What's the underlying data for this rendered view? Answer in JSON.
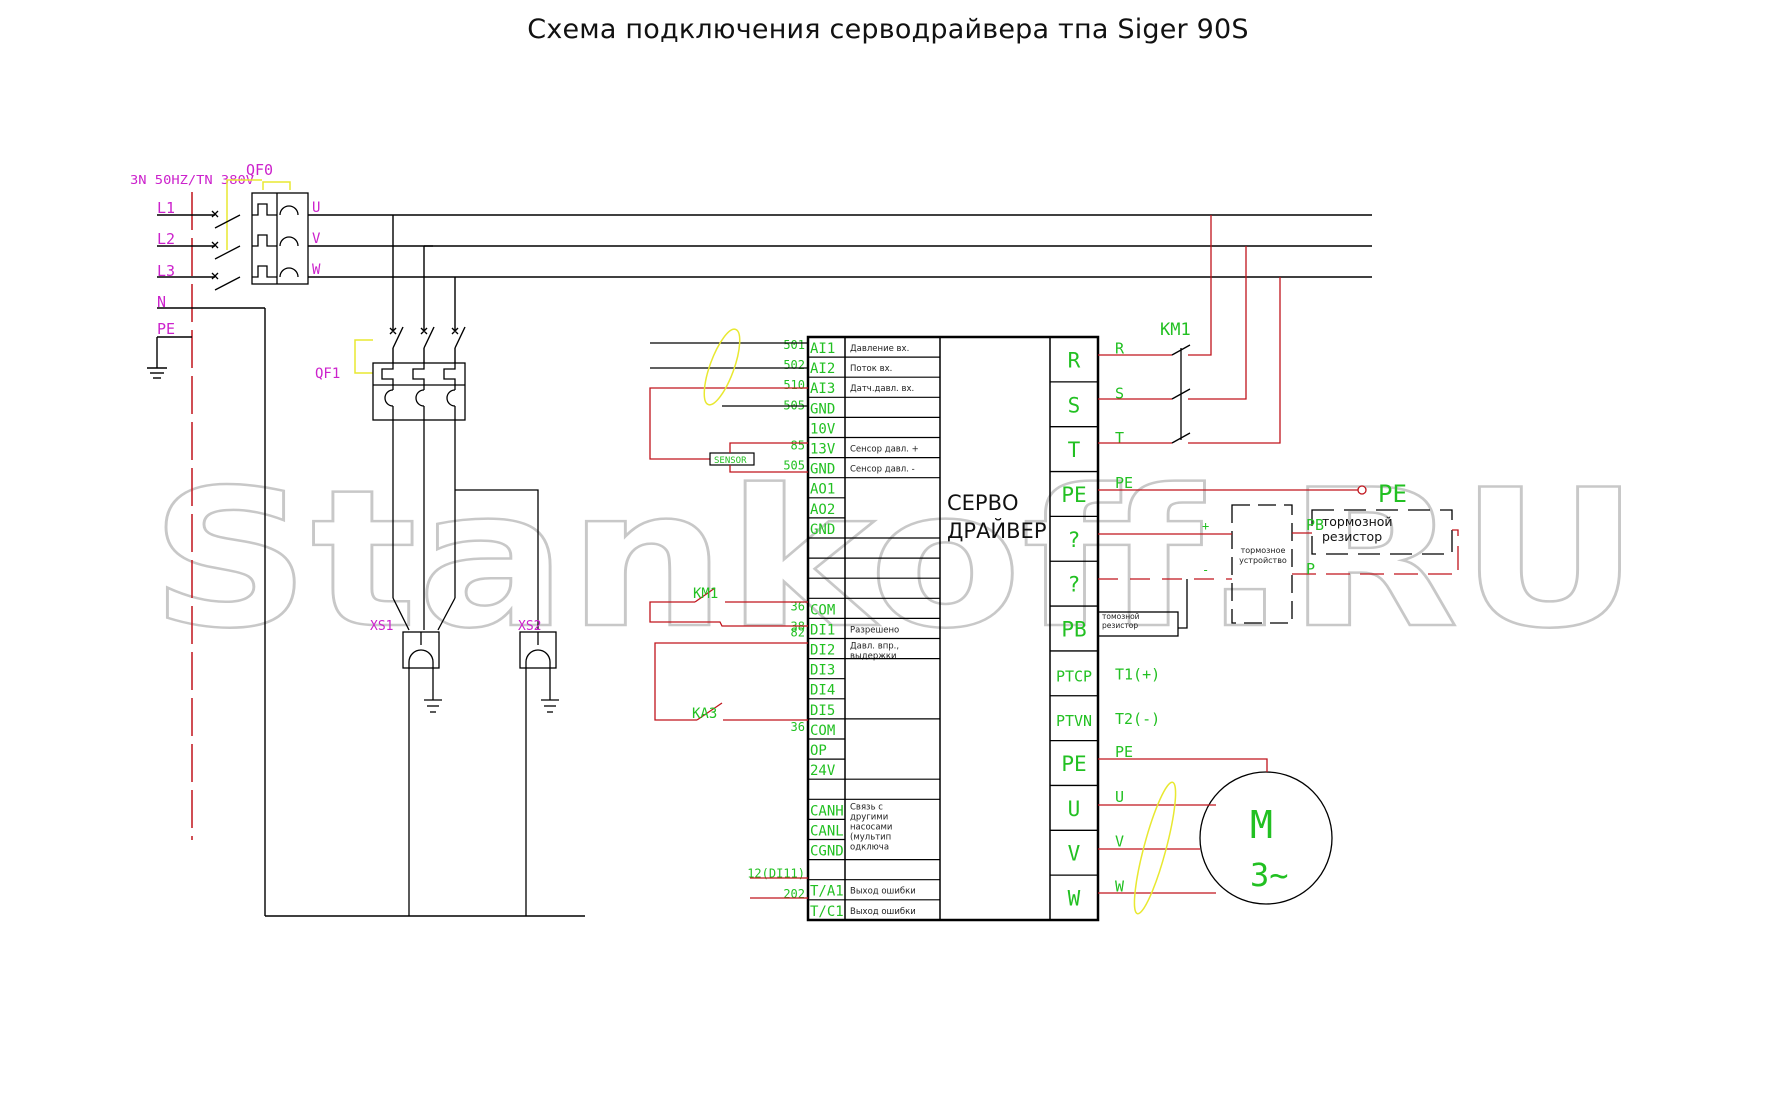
{
  "title": "Схема подключения серводрайвера тпа Siger 90S",
  "watermark": "Stankoff.RU",
  "colors": {
    "wire_black": "#000000",
    "wire_red": "#c0141c",
    "label_green": "#22c022",
    "label_magenta": "#cc22cc",
    "mark_yellow": "#e8e830",
    "pe_bus_red": "#c0141c"
  },
  "power_supply": {
    "spec": "3N 50HZ/TN 380V",
    "lines": [
      "L1",
      "L2",
      "L3",
      "N",
      "PE"
    ],
    "main_breaker": {
      "name": "QF0",
      "outputs": [
        "U",
        "V",
        "W"
      ]
    },
    "breaker_qf1": {
      "name": "QF1"
    },
    "sockets": [
      "XS1",
      "XS2"
    ]
  },
  "servo_driver": {
    "label_line1": "СЕРВО",
    "label_line2": "ДРАЙВЕР"
  },
  "left_terminals": [
    {
      "pin": "AI1",
      "wire": "501",
      "desc": "Давление вх."
    },
    {
      "pin": "AI2",
      "wire": "502",
      "desc": "Поток вх."
    },
    {
      "pin": "AI3",
      "wire": "510",
      "desc": "Датч.давл. вх."
    },
    {
      "pin": "GND",
      "wire": "505",
      "desc": ""
    },
    {
      "pin": "10V",
      "wire": "",
      "desc": ""
    },
    {
      "pin": "13V",
      "wire": "85",
      "desc": "Сенсор давл. +"
    },
    {
      "pin": "GND",
      "wire": "505",
      "desc": "Сенсор давл. -"
    },
    {
      "pin": "AO1",
      "wire": "",
      "desc": ""
    },
    {
      "pin": "AO2",
      "wire": "",
      "desc": ""
    },
    {
      "pin": "GND",
      "wire": "",
      "desc": ""
    },
    {
      "pin": "",
      "wire": "",
      "desc": ""
    },
    {
      "pin": "",
      "wire": "",
      "desc": ""
    },
    {
      "pin": "",
      "wire": "",
      "desc": ""
    },
    {
      "pin": "COM",
      "wire": "36",
      "desc": ""
    },
    {
      "pin": "DI1",
      "wire": "38",
      "desc": "Разрешено"
    },
    {
      "pin": "DI2",
      "wire": "82",
      "desc": "Давл. впр., выдержки"
    },
    {
      "pin": "DI3",
      "wire": "",
      "desc": ""
    },
    {
      "pin": "DI4",
      "wire": "",
      "desc": ""
    },
    {
      "pin": "DI5",
      "wire": "",
      "desc": ""
    },
    {
      "pin": "COM",
      "wire": "36",
      "desc": ""
    },
    {
      "pin": "OP",
      "wire": "",
      "desc": ""
    },
    {
      "pin": "24V",
      "wire": "",
      "desc": ""
    },
    {
      "pin": "",
      "wire": "",
      "desc": ""
    },
    {
      "pin": "CANH",
      "wire": "",
      "desc": "Связь с другими насосами (мультип одключа"
    },
    {
      "pin": "CANL",
      "wire": "",
      "desc": ""
    },
    {
      "pin": "CGND",
      "wire": "",
      "desc": ""
    },
    {
      "pin": "",
      "wire": "",
      "desc": ""
    },
    {
      "pin": "T/A1",
      "wire": "12(DI11)",
      "desc": "Выход ошибки"
    },
    {
      "pin": "T/C1",
      "wire": "202",
      "desc": "Выход ошибки"
    }
  ],
  "right_terminals": [
    {
      "pin": "R",
      "wire": "R"
    },
    {
      "pin": "S",
      "wire": "S"
    },
    {
      "pin": "T",
      "wire": "T"
    },
    {
      "pin": "PE",
      "wire": "PE"
    },
    {
      "pin": "?",
      "wire": "+"
    },
    {
      "pin": "?",
      "wire": "-"
    },
    {
      "pin": "PB",
      "wire": ""
    },
    {
      "pin": "PTCP",
      "wire": "T1(+)"
    },
    {
      "pin": "PTVN",
      "wire": "T2(-)"
    },
    {
      "pin": "PE",
      "wire": "PE"
    },
    {
      "pin": "U",
      "wire": "U"
    },
    {
      "pin": "V",
      "wire": "V"
    },
    {
      "pin": "W",
      "wire": "W"
    }
  ],
  "components": {
    "sensor": "SENSOR",
    "contactor_km1_input": "KM1",
    "contactor_km1_power": "KM1",
    "relay_ka3": "KA3",
    "pe_terminal": "PE",
    "brake_unit": "тормозное устройство",
    "brake_resistor_external": "тормозной резистор",
    "brake_resistor_internal": "томозной резистор",
    "brake_pb": "PB",
    "brake_p": "P",
    "motor_line1": "M",
    "motor_line2": "3~"
  }
}
